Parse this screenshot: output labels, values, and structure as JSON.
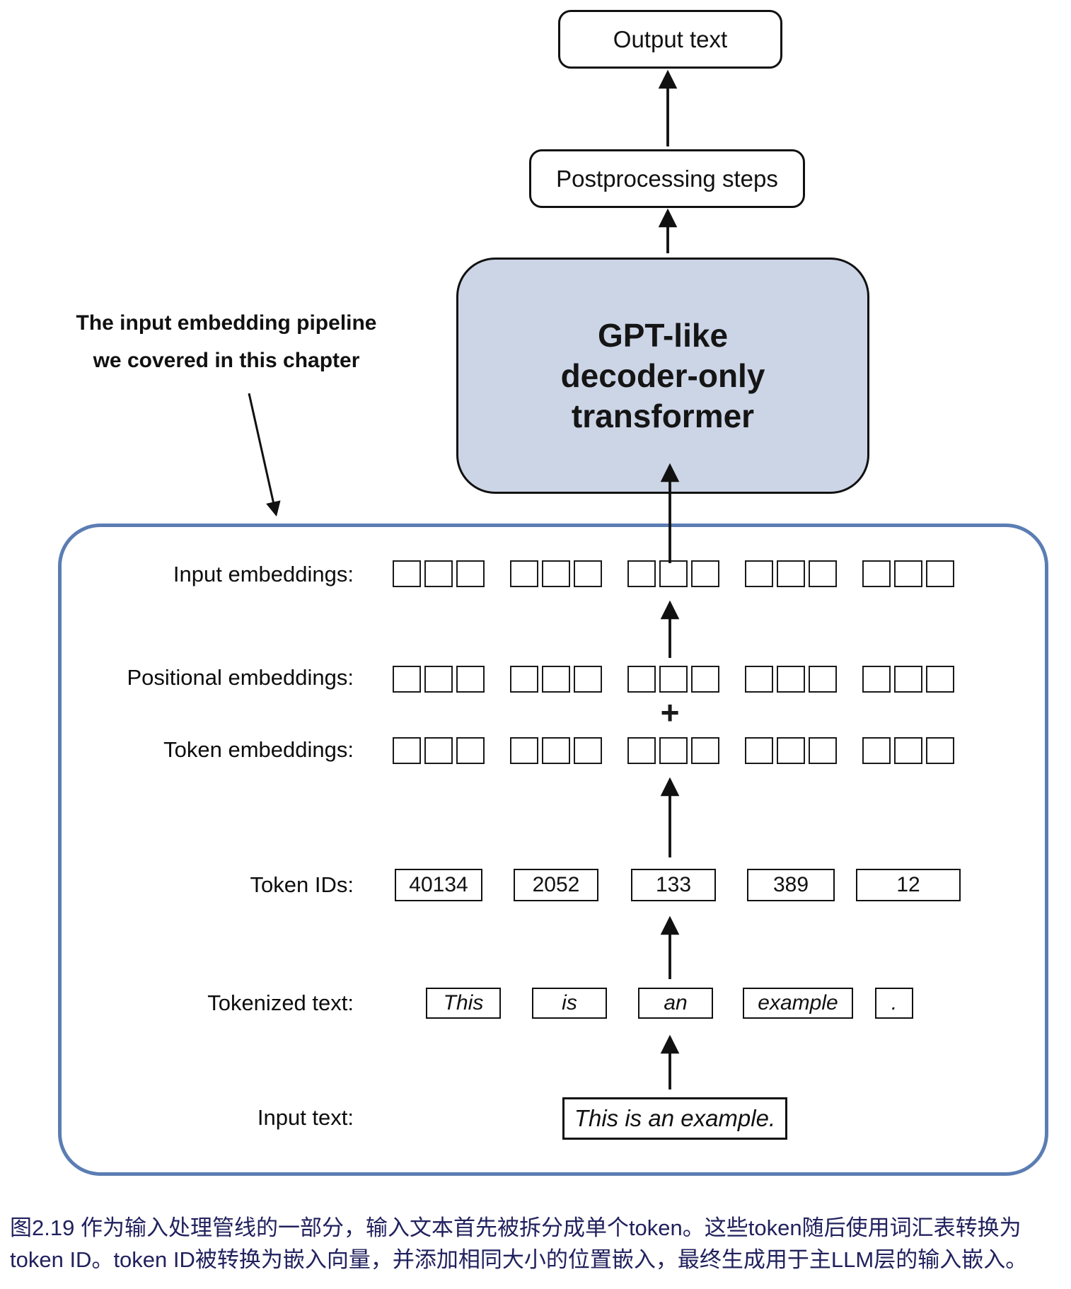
{
  "flow_boxes": {
    "output_label": "Output text",
    "postprocessing_label": "Postprocessing steps"
  },
  "gpt_box": {
    "lines": [
      "GPT-like",
      "decoder-only",
      "transformer"
    ],
    "fill_color": "#ccd5e6"
  },
  "annotation": {
    "lines": [
      "The input embedding pipeline",
      "we covered in this chapter"
    ]
  },
  "pipeline": {
    "border_color": "#5b7db3",
    "plus_sign": "+",
    "rows": {
      "input_embeddings": {
        "label": "Input embeddings:",
        "groups": 5,
        "cells_per_group": 3
      },
      "positional_embeddings": {
        "label": "Positional embeddings:",
        "groups": 5,
        "cells_per_group": 3
      },
      "token_embeddings": {
        "label": "Token embeddings:",
        "groups": 5,
        "cells_per_group": 3
      },
      "token_ids": {
        "label": "Token IDs:",
        "values": [
          "40134",
          "2052",
          "133",
          "389",
          "12"
        ]
      },
      "tokenized_text": {
        "label": "Tokenized text:",
        "tokens": [
          "This",
          "is",
          "an",
          "example",
          "."
        ]
      },
      "input_text": {
        "label": "Input text:",
        "value": "This is an example."
      }
    }
  },
  "caption": {
    "color": "#21215e",
    "lines": [
      "图2.19 作为输入处理管线的一部分，输入文本首先被拆分成单个token。这些token随后使用词汇表转换为",
      "token ID。token ID被转换为嵌入向量，并添加相同大小的位置嵌入，最终生成用于主LLM层的输入嵌入。"
    ]
  }
}
